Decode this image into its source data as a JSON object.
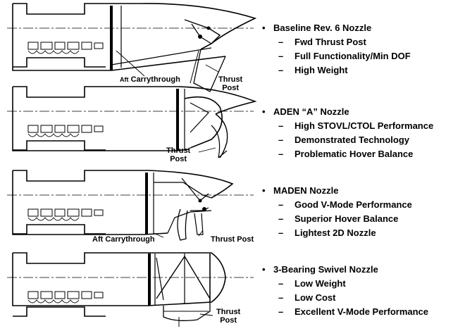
{
  "nozzles": [
    {
      "title": "Baseline Rev. 6 Nozzle",
      "items": [
        "Fwd Thrust Post",
        "Full Functionality/Min DOF",
        "High Weight"
      ]
    },
    {
      "title": "ADEN “A” Nozzle",
      "items": [
        "High STOVL/CTOL Performance",
        "Demonstrated Technology",
        "Problematic Hover Balance"
      ]
    },
    {
      "title": "MADEN Nozzle",
      "items": [
        "Good V-Mode Performance",
        "Superior Hover Balance",
        "Lightest 2D Nozzle"
      ]
    },
    {
      "title": "3-Bearing Swivel Nozzle",
      "items": [
        "Low Weight",
        "Low Cost",
        "Excellent V-Mode Performance"
      ]
    }
  ],
  "bullet_glyph": "•",
  "dash_glyph": "–",
  "labels": {
    "p1_aft_prefix": "Aft",
    "p1_aft_main": "Carrythrough",
    "p1_thrust_line1": "Thrust",
    "p1_thrust_line2": "Post",
    "p2_thrust_line1": "Thrust",
    "p2_thrust_line2": "Post",
    "p3_aft": "Aft Carrythrough",
    "p3_thrust": "Thrust Post",
    "p4_thrust_line1": "Thrust",
    "p4_thrust_line2": "Post"
  },
  "colors": {
    "ink": "#000000",
    "background": "#ffffff"
  }
}
